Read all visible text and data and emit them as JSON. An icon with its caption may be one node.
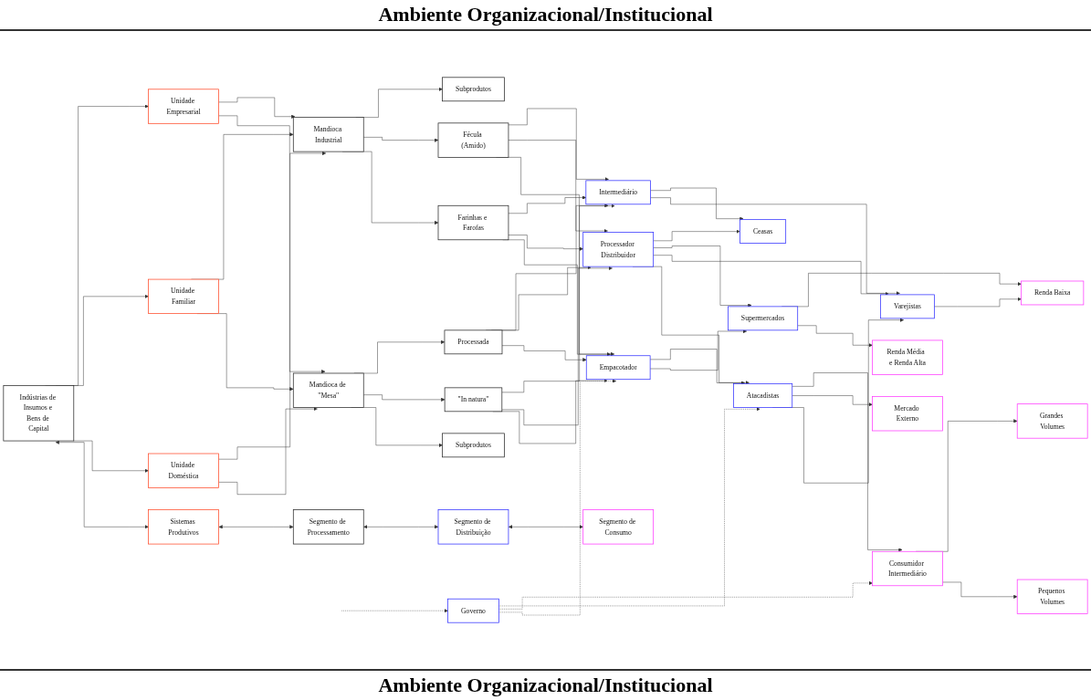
{
  "diagram": {
    "title": "Ambiente Organizacional/Institucional",
    "caption": "Ambiente Organizacional/Institucional",
    "nodes": [
      {
        "text": [
          "Indústrias de Insumos e Bens de Capital"
        ]
      },
      {
        "text": [
          "Sistemas Produtivos"
        ]
      },
      {
        "text": [
          "Segmento de Processamento"
        ]
      },
      {
        "text": [
          "Segmento de Distribuição"
        ]
      },
      {
        "text": [
          "Segmento de Consumo"
        ]
      },
      {
        "text": [
          "Unidade Doméstica"
        ]
      },
      {
        "text": [
          "Unidade Familiar"
        ]
      },
      {
        "text": [
          "Unidade Empresarial"
        ]
      },
      {
        "text": [
          "Mandioca de \"Mesa\""
        ]
      },
      {
        "text": [
          "Mandioca Industrial"
        ]
      },
      {
        "text": [
          "Subprodutos"
        ]
      },
      {
        "text": [
          "\"In natura\""
        ]
      },
      {
        "text": [
          "Processada"
        ]
      },
      {
        "text": [
          "Farinhas e Farofas"
        ]
      },
      {
        "text": [
          "Fécula (Amido)"
        ]
      },
      {
        "text": [
          "Subprodutos"
        ]
      },
      {
        "text": [
          "Empacotador"
        ]
      },
      {
        "text": [
          "Governo"
        ]
      },
      {
        "text": [
          "Atacadistas"
        ]
      },
      {
        "text": [
          "Processador Distribuidor"
        ]
      },
      {
        "text": [
          "Intermediário"
        ]
      },
      {
        "text": [
          "Supermercados"
        ]
      },
      {
        "text": [
          "Varejistas"
        ]
      },
      {
        "text": [
          "Ceasas"
        ]
      },
      {
        "text": [
          "Renda Média  e Renda Alta"
        ]
      },
      {
        "text": [
          "Renda Baixa"
        ]
      },
      {
        "text": [
          "Mercado Externo"
        ]
      },
      {
        "text": [
          "Consumidor Intermediário"
        ]
      },
      {
        "text": [
          "Pequenos Volumes"
        ]
      },
      {
        "text": [
          "Grandes Volumes"
        ]
      }
    ],
    "edges": [
      {
        "from": 0,
        "to": 1,
        "arrow": "both"
      },
      {
        "from": 1,
        "to": 2,
        "arrow": "both"
      },
      {
        "from": 2,
        "to": 3,
        "arrow": "both"
      },
      {
        "from": 3,
        "to": 4,
        "arrow": "both"
      },
      {
        "from": 0,
        "to": 5,
        "arrow": "to"
      },
      {
        "from": 0,
        "to": 6,
        "arrow": "to"
      },
      {
        "from": 0,
        "to": 7,
        "arrow": "to"
      },
      {
        "from": 5,
        "to": 8,
        "arrow": "to"
      },
      {
        "from": 6,
        "to": 8,
        "arrow": "to"
      },
      {
        "from": 7,
        "to": 8,
        "arrow": "to"
      },
      {
        "from": 5,
        "to": 9,
        "arrow": "to"
      },
      {
        "from": 6,
        "to": 9,
        "arrow": "to"
      },
      {
        "from": 7,
        "to": 9,
        "arrow": "to"
      },
      {
        "from": 8,
        "to": 10,
        "arrow": "to"
      },
      {
        "from": 8,
        "to": 11,
        "arrow": "to"
      },
      {
        "from": 8,
        "to": 12,
        "arrow": "to"
      },
      {
        "from": 9,
        "to": 13,
        "arrow": "to"
      },
      {
        "from": 9,
        "to": 14,
        "arrow": "to"
      },
      {
        "from": 9,
        "to": 15,
        "arrow": "to"
      },
      {
        "from": 11,
        "to": 16,
        "arrow": "to"
      },
      {
        "from": 12,
        "to": 16,
        "arrow": "to"
      },
      {
        "from": 13,
        "to": 16,
        "arrow": "to"
      },
      {
        "from": 14,
        "to": 16,
        "arrow": "to"
      },
      {
        "from": 11,
        "to": 19,
        "arrow": "to"
      },
      {
        "from": 12,
        "to": 19,
        "arrow": "to"
      },
      {
        "from": 13,
        "to": 19,
        "arrow": "to"
      },
      {
        "from": 14,
        "to": 19,
        "arrow": "to"
      },
      {
        "from": 11,
        "to": 20,
        "arrow": "to"
      },
      {
        "from": 12,
        "to": 20,
        "arrow": "to"
      },
      {
        "from": 13,
        "to": 20,
        "arrow": "to"
      },
      {
        "from": 14,
        "to": 20,
        "arrow": "to"
      },
      {
        "from": null,
        "to": 17,
        "arrow": "to",
        "style": "dashed"
      },
      {
        "from": 17,
        "to": 16,
        "arrow": "to",
        "style": "dashed"
      },
      {
        "from": 17,
        "to": 18,
        "arrow": "to",
        "style": "dashed"
      },
      {
        "from": 17,
        "to": 27,
        "arrow": "to",
        "style": "dashed"
      },
      {
        "from": 16,
        "to": 21,
        "arrow": "to"
      },
      {
        "from": 16,
        "to": 18,
        "arrow": "to"
      },
      {
        "from": 19,
        "to": 18,
        "arrow": "to"
      },
      {
        "from": 19,
        "to": 22,
        "arrow": "to"
      },
      {
        "from": 20,
        "to": 22,
        "arrow": "to"
      },
      {
        "from": 20,
        "to": 23,
        "arrow": "to"
      },
      {
        "from": 18,
        "to": 22,
        "arrow": "to"
      },
      {
        "from": 18,
        "to": 26,
        "arrow": "to"
      },
      {
        "from": 18,
        "to": 27,
        "arrow": "to"
      },
      {
        "from": 19,
        "to": 21,
        "arrow": "to"
      },
      {
        "from": 19,
        "to": 23,
        "arrow": "to"
      },
      {
        "from": 21,
        "to": 24,
        "arrow": "to"
      },
      {
        "from": 21,
        "to": 25,
        "arrow": "to"
      },
      {
        "from": 22,
        "to": 25,
        "arrow": "to"
      },
      {
        "from": 27,
        "to": 28,
        "arrow": "to"
      },
      {
        "from": 27,
        "to": 29,
        "arrow": "to"
      }
    ]
  }
}
